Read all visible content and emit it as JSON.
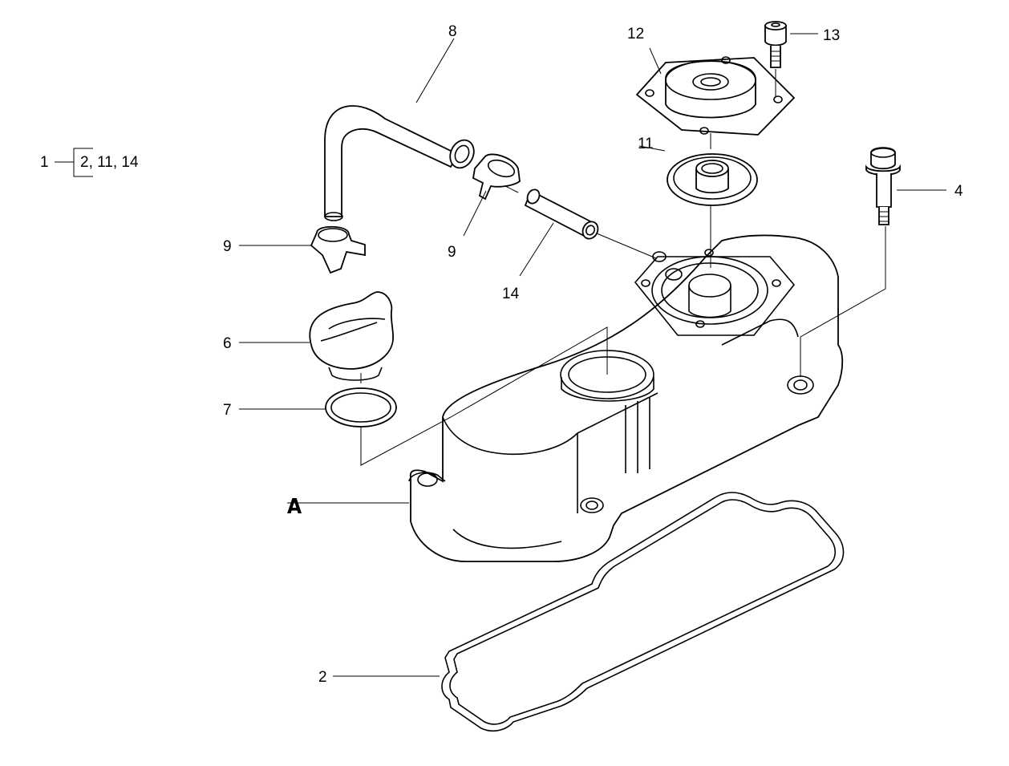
{
  "assembly": {
    "parent": "1",
    "children": "2, 11, 14"
  },
  "callouts": {
    "c2": "2",
    "c4": "4",
    "c6": "6",
    "c7": "7",
    "c8": "8",
    "c9a": "9",
    "c9b": "9",
    "c11": "11",
    "c12": "12",
    "c13": "13",
    "c14": "14",
    "cA": "A"
  }
}
